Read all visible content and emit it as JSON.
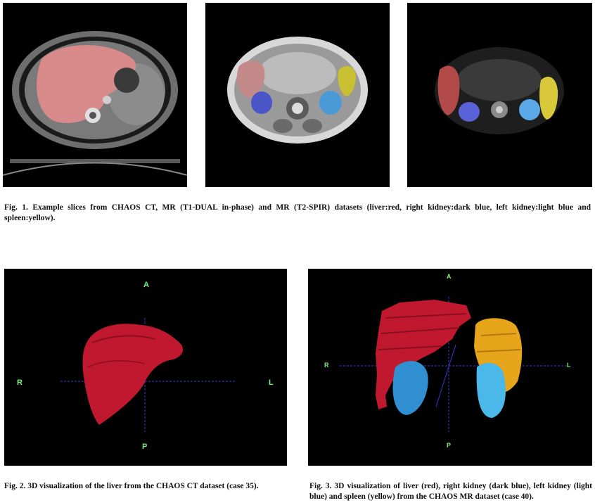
{
  "figure1": {
    "caption": "Fig. 1. Example slices from CHAOS CT, MR (T1-DUAL in-phase) and MR (T2-SPIR) datasets (liver:red, right kidney:dark blue, left kidney:light blue and spleen:yellow)."
  },
  "figure2": {
    "caption": "Fig. 2. 3D visualization of the liver from the CHAOS CT dataset (case 35).",
    "orientation": {
      "anterior": "A",
      "posterior": "P",
      "right": "R",
      "left": "L"
    }
  },
  "figure3": {
    "caption": "Fig. 3. 3D visualization of liver (red), right kidney (dark blue), left kidney (light blue) and spleen (yellow) from the CHAOS MR dataset (case 40).",
    "orientation": {
      "anterior": "A",
      "posterior": "P",
      "right": "R",
      "left": "L"
    }
  },
  "colors": {
    "liver": "#c0182e",
    "right_kidney": "#3a5fd0",
    "left_kidney": "#3fa9e0",
    "spleen": "#e6a51a",
    "orientation_label": "#7df07d",
    "axis_line": "#3a3ad0"
  }
}
